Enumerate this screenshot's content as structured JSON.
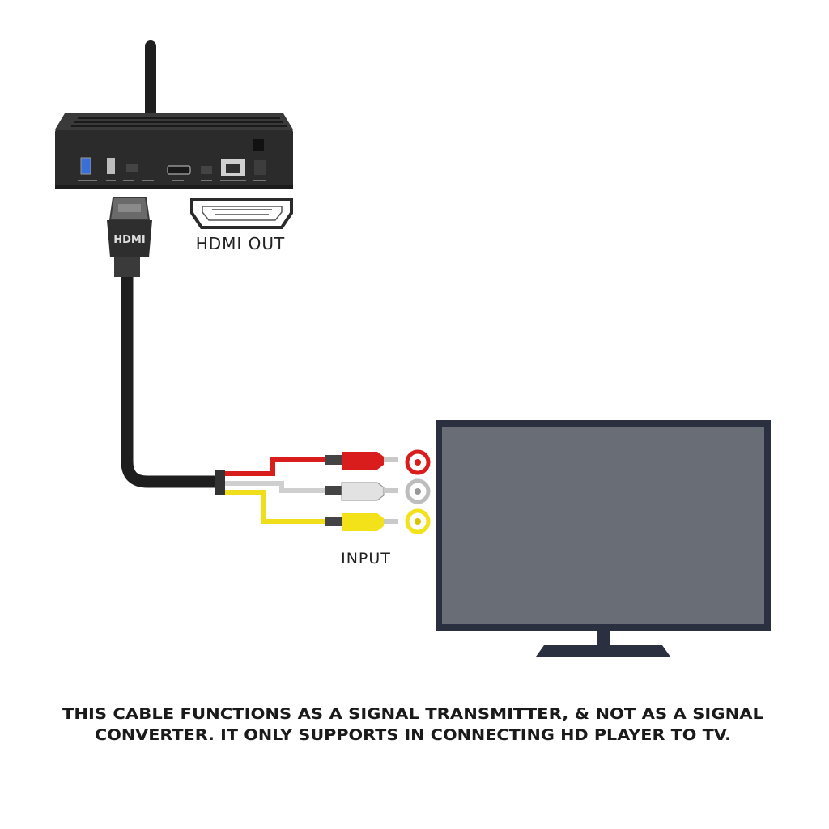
{
  "labels": {
    "hdmi_out": "HDMI OUT",
    "input": "INPUT",
    "hdmi_plug": "HDMI"
  },
  "notice": {
    "line1": "THIS CABLE FUNCTIONS AS A SIGNAL TRANSMITTER, & NOT AS A SIGNAL",
    "line2": "CONVERTER. IT ONLY SUPPORTS IN CONNECTING HD PLAYER TO TV."
  },
  "colors": {
    "background": "#ffffff",
    "device_body": "#2b2b2b",
    "tv_frame": "#2a3040",
    "tv_screen": "#686d76",
    "cable_black": "#1e1e1e",
    "rca_red": "#d91c1c",
    "rca_white": "#e2e2e2",
    "rca_yellow": "#f3e21a"
  },
  "icons": [
    "wifi-antenna-icon",
    "hdmi-port-icon",
    "ethernet-port-icon",
    "usb-port-icon"
  ]
}
